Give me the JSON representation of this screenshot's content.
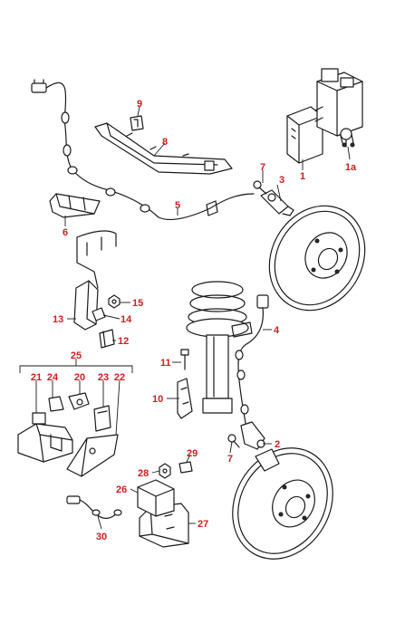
{
  "labels": {
    "l1": "1",
    "l1a": "1a",
    "l2": "2",
    "l3": "3",
    "l4": "4",
    "l5": "5",
    "l6": "6",
    "l7a": "7",
    "l7b": "7",
    "l8": "8",
    "l9": "9",
    "l10": "10",
    "l11": "11",
    "l12": "12",
    "l13": "13",
    "l14": "14",
    "l15": "15",
    "l20": "20",
    "l21": "21",
    "l22": "22",
    "l23": "23",
    "l24": "24",
    "l25": "25",
    "l26": "26",
    "l27": "27",
    "l28": "28",
    "l29": "29",
    "l30": "30"
  },
  "colors": {
    "callout": "#cc1f1f",
    "line": "#1a1a1a",
    "background": "#ffffff"
  }
}
